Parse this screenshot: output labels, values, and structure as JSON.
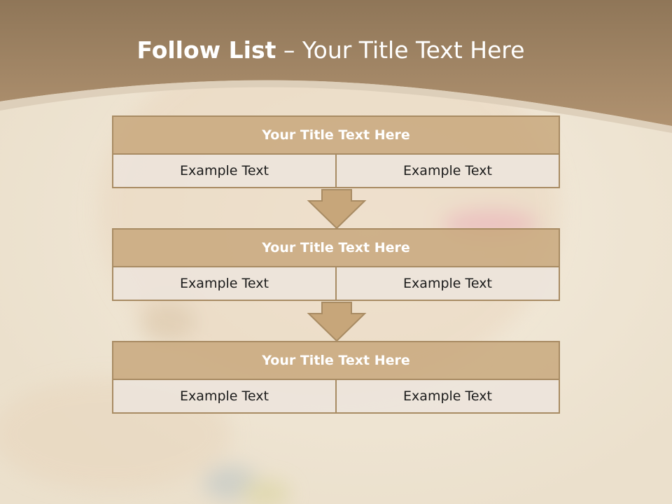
{
  "title": {
    "bold_part": "Follow List",
    "normal_part": " – Your Title Text Here"
  },
  "blocks": [
    {
      "header": "Your Title Text Here",
      "left": "Example Text",
      "right": "Example Text"
    },
    {
      "header": "Your Title Text Here",
      "left": "Example Text",
      "right": "Example Text"
    },
    {
      "header": "Your Title Text Here",
      "left": "Example Text",
      "right": "Example Text"
    }
  ],
  "colors": {
    "header_band": "#a88a66",
    "block_border": "#a88b63",
    "header_fill": "#c7a67a",
    "cell_fill": "#ece4dc"
  }
}
